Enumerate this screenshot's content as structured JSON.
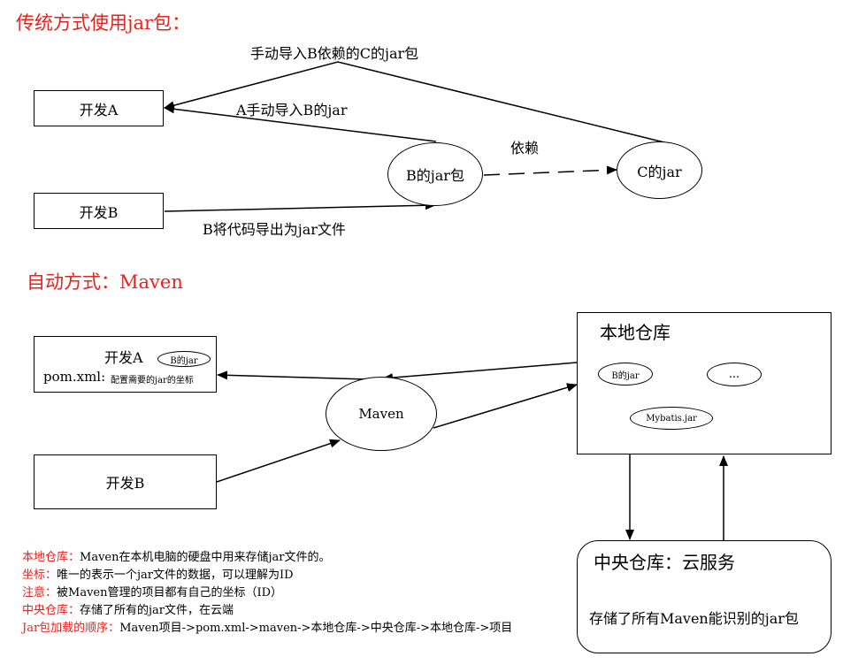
{
  "section_traditional": {
    "title": "传统方式使用jar包：",
    "dev_a": "开发A",
    "dev_b": "开发B",
    "b_jar": "B的jar包",
    "c_jar": "C的jar",
    "label_c_to_a": "手动导入B依赖的C的jar包",
    "label_b_to_a": "A手动导入B的jar",
    "label_dependency": "依赖",
    "label_export": "B将代码导出为jar文件"
  },
  "section_maven": {
    "title": "自动方式：Maven",
    "dev_a": "开发A",
    "dev_a_badge": "B的jar",
    "pom_label": "pom.xml:",
    "pom_desc": "配置需要的jar的坐标",
    "dev_b": "开发B",
    "maven": "Maven",
    "local_repo": "本地仓库",
    "local_b_jar": "B的jar",
    "local_more": "...",
    "local_mybatis": "Mybatis.jar",
    "central_title": "中央仓库：云服务",
    "central_desc": "存储了所有Maven能识别的jar包"
  },
  "notes": [
    {
      "term": "本地仓库：",
      "text": "Maven在本机电脑的硬盘中用来存储jar文件的。"
    },
    {
      "term": "坐标：",
      "text": "唯一的表示一个jar文件的数据，可以理解为ID"
    },
    {
      "term": "注意：",
      "text": "被Maven管理的项目都有自己的坐标（ID）"
    },
    {
      "term": "中央仓库：",
      "text": "存储了所有的jar文件，在云端"
    },
    {
      "term": "Jar包加载的顺序：",
      "text": "Maven项目->pom.xml->maven->本地仓库->中央仓库->本地仓库->项目"
    }
  ],
  "colors": {
    "accent_red": "#e8221c",
    "line": "#000000"
  }
}
